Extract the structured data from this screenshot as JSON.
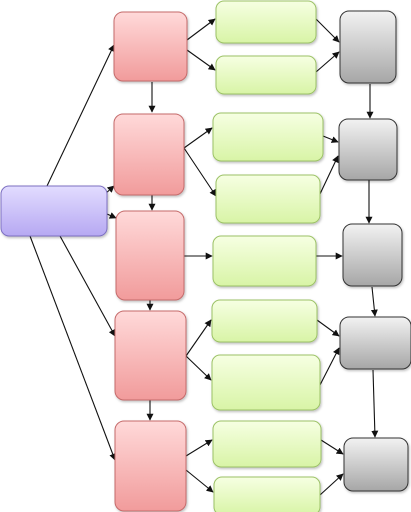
{
  "diagram": {
    "colors": {
      "background": "#ffffff",
      "arrow": "#111111",
      "source_fill_top": "#e2dcff",
      "source_fill_bottom": "#b6a8f2",
      "source_stroke": "#7d70c2",
      "red_fill_top": "#ffd9d9",
      "red_fill_bottom": "#f19b9b",
      "red_stroke": "#c56b6b",
      "green_fill_top": "#f6ffe2",
      "green_fill_bottom": "#d8f4a6",
      "green_stroke": "#9cc266",
      "gray_fill_top": "#f2f2f2",
      "gray_fill_bottom": "#a6a6a6",
      "gray_stroke": "#333333"
    },
    "nodes": [
      {
        "id": "source",
        "kind": "source",
        "label": ""
      },
      {
        "id": "red-1",
        "kind": "red",
        "label": ""
      },
      {
        "id": "red-2",
        "kind": "red",
        "label": ""
      },
      {
        "id": "red-3",
        "kind": "red",
        "label": ""
      },
      {
        "id": "red-4",
        "kind": "red",
        "label": ""
      },
      {
        "id": "red-5",
        "kind": "red",
        "label": ""
      },
      {
        "id": "green-1a",
        "kind": "green",
        "label": ""
      },
      {
        "id": "green-1b",
        "kind": "green",
        "label": ""
      },
      {
        "id": "green-2a",
        "kind": "green",
        "label": ""
      },
      {
        "id": "green-2b",
        "kind": "green",
        "label": ""
      },
      {
        "id": "green-3",
        "kind": "green",
        "label": ""
      },
      {
        "id": "green-4a",
        "kind": "green",
        "label": ""
      },
      {
        "id": "green-4b",
        "kind": "green",
        "label": ""
      },
      {
        "id": "green-5a",
        "kind": "green",
        "label": ""
      },
      {
        "id": "green-5b",
        "kind": "green",
        "label": ""
      },
      {
        "id": "gray-1",
        "kind": "gray",
        "label": ""
      },
      {
        "id": "gray-2",
        "kind": "gray",
        "label": ""
      },
      {
        "id": "gray-3",
        "kind": "gray",
        "label": ""
      },
      {
        "id": "gray-4",
        "kind": "gray",
        "label": ""
      },
      {
        "id": "gray-5",
        "kind": "gray",
        "label": ""
      }
    ],
    "edges": [
      {
        "from": "source",
        "to": "red-1"
      },
      {
        "from": "source",
        "to": "red-2"
      },
      {
        "from": "source",
        "to": "red-3"
      },
      {
        "from": "source",
        "to": "red-4"
      },
      {
        "from": "source",
        "to": "red-5"
      },
      {
        "from": "red-1",
        "to": "red-2"
      },
      {
        "from": "red-2",
        "to": "red-3"
      },
      {
        "from": "red-3",
        "to": "red-4"
      },
      {
        "from": "red-4",
        "to": "red-5"
      },
      {
        "from": "red-1",
        "to": "green-1a"
      },
      {
        "from": "red-1",
        "to": "green-1b"
      },
      {
        "from": "red-2",
        "to": "green-2a"
      },
      {
        "from": "red-2",
        "to": "green-2b"
      },
      {
        "from": "red-3",
        "to": "green-3"
      },
      {
        "from": "red-4",
        "to": "green-4a"
      },
      {
        "from": "red-4",
        "to": "green-4b"
      },
      {
        "from": "red-5",
        "to": "green-5a"
      },
      {
        "from": "red-5",
        "to": "green-5b"
      },
      {
        "from": "green-1a",
        "to": "gray-1"
      },
      {
        "from": "green-1b",
        "to": "gray-1"
      },
      {
        "from": "green-2a",
        "to": "gray-2"
      },
      {
        "from": "green-2b",
        "to": "gray-2"
      },
      {
        "from": "green-3",
        "to": "gray-3"
      },
      {
        "from": "green-4a",
        "to": "gray-4"
      },
      {
        "from": "green-4b",
        "to": "gray-4"
      },
      {
        "from": "green-5a",
        "to": "gray-5"
      },
      {
        "from": "green-5b",
        "to": "gray-5"
      },
      {
        "from": "gray-1",
        "to": "gray-2"
      },
      {
        "from": "gray-2",
        "to": "gray-3"
      },
      {
        "from": "gray-3",
        "to": "gray-4"
      },
      {
        "from": "gray-4",
        "to": "gray-5"
      }
    ]
  }
}
